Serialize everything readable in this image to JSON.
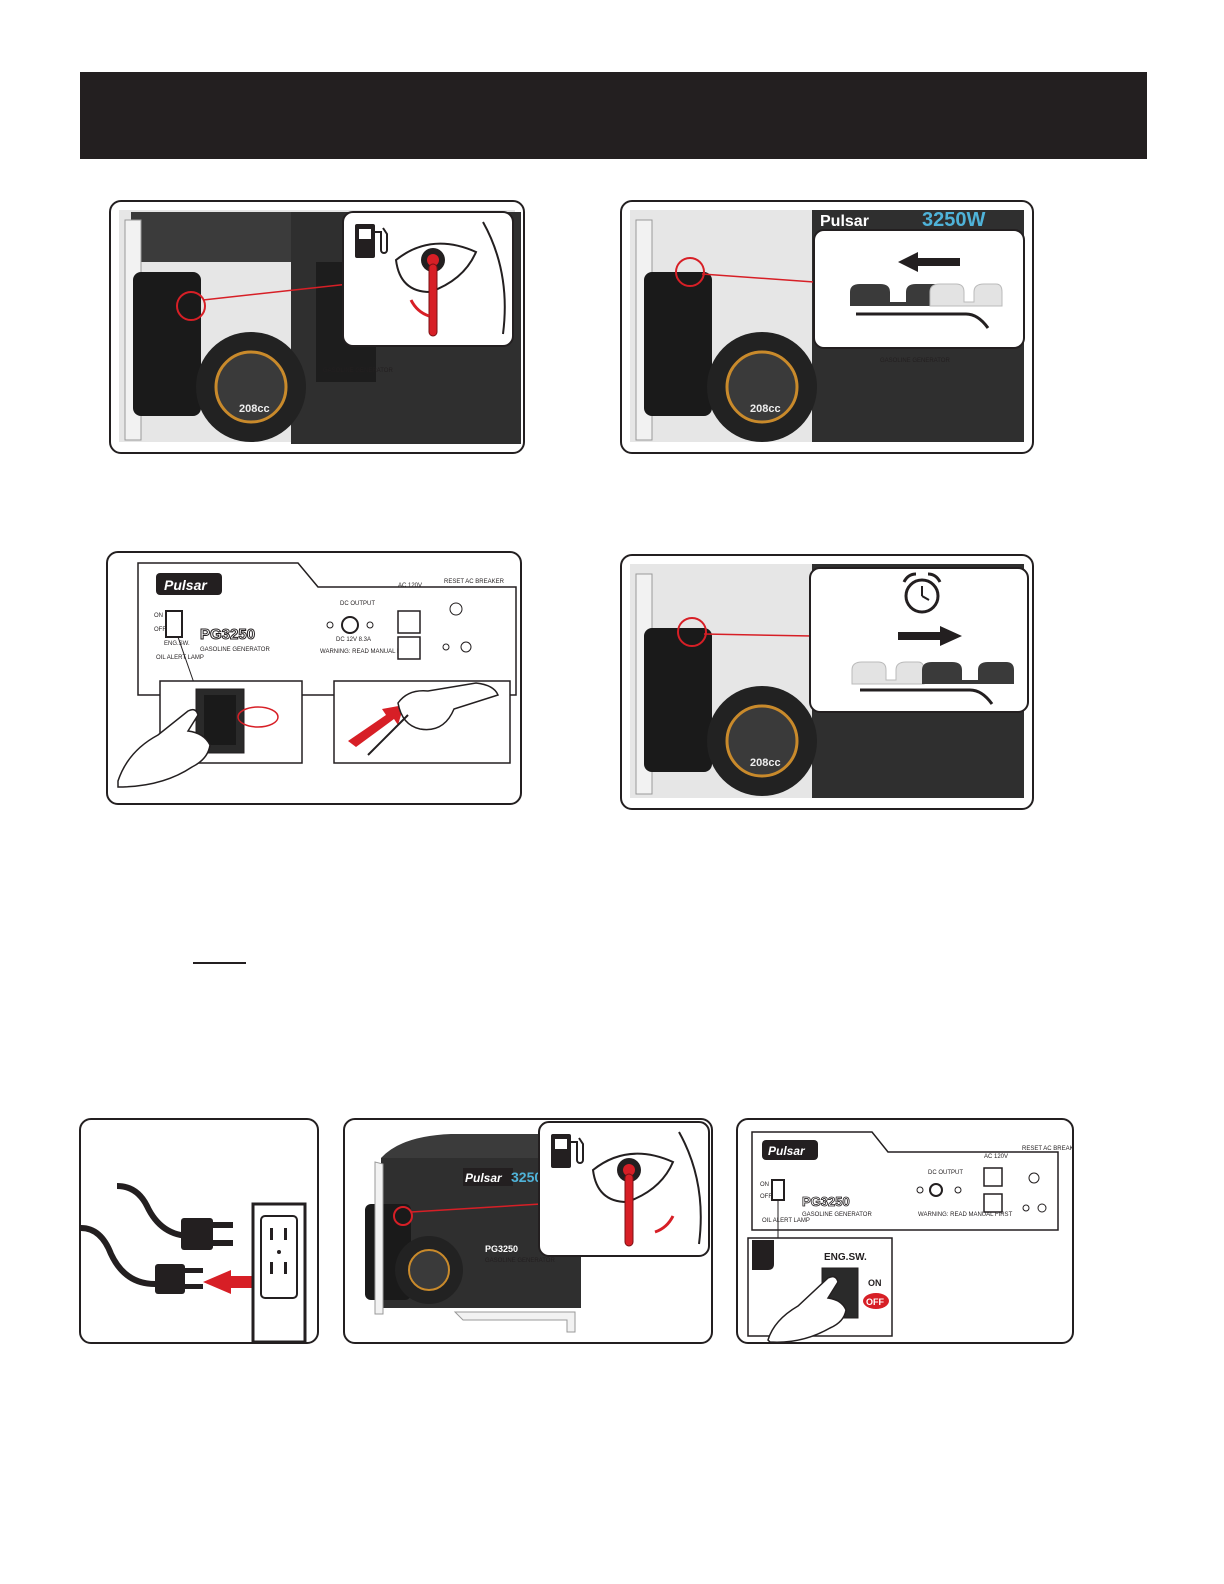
{
  "header": {
    "title": ""
  },
  "brand": {
    "logo_text": "Pulsar",
    "wattage_text": "3250W",
    "wattage_text_short": "3250"
  },
  "control_panel": {
    "model": "PG3250",
    "subtitle": "GASOLINE GENERATOR",
    "switch_on": "ON",
    "switch_off": "OFF",
    "switch_label": "ENG.SW.",
    "oil_lamp": "OIL ALERT LAMP",
    "dc_outlet": "DC OUTPUT",
    "ac_outlet": "AC 120V",
    "reset": "RESET AC BREAKER",
    "dc_rating": "DC 12V 8.3A",
    "warning": "WARNING: READ MANUAL FIRST"
  },
  "engine": {
    "displacement": "208cc"
  },
  "callouts": {
    "switch_label": "ENG.SW.",
    "switch_on": "ON",
    "switch_off": "OFF"
  },
  "colors": {
    "accent_red": "#d71f26",
    "dark": "#231f20",
    "brand_blue": "#4fb3d9"
  },
  "icons": [
    "fuel-pump-icon",
    "arrow-left-icon",
    "arrow-right-icon",
    "alarm-clock-icon",
    "hand-pointer-icon",
    "plug-icon",
    "wall-outlet-icon"
  ]
}
